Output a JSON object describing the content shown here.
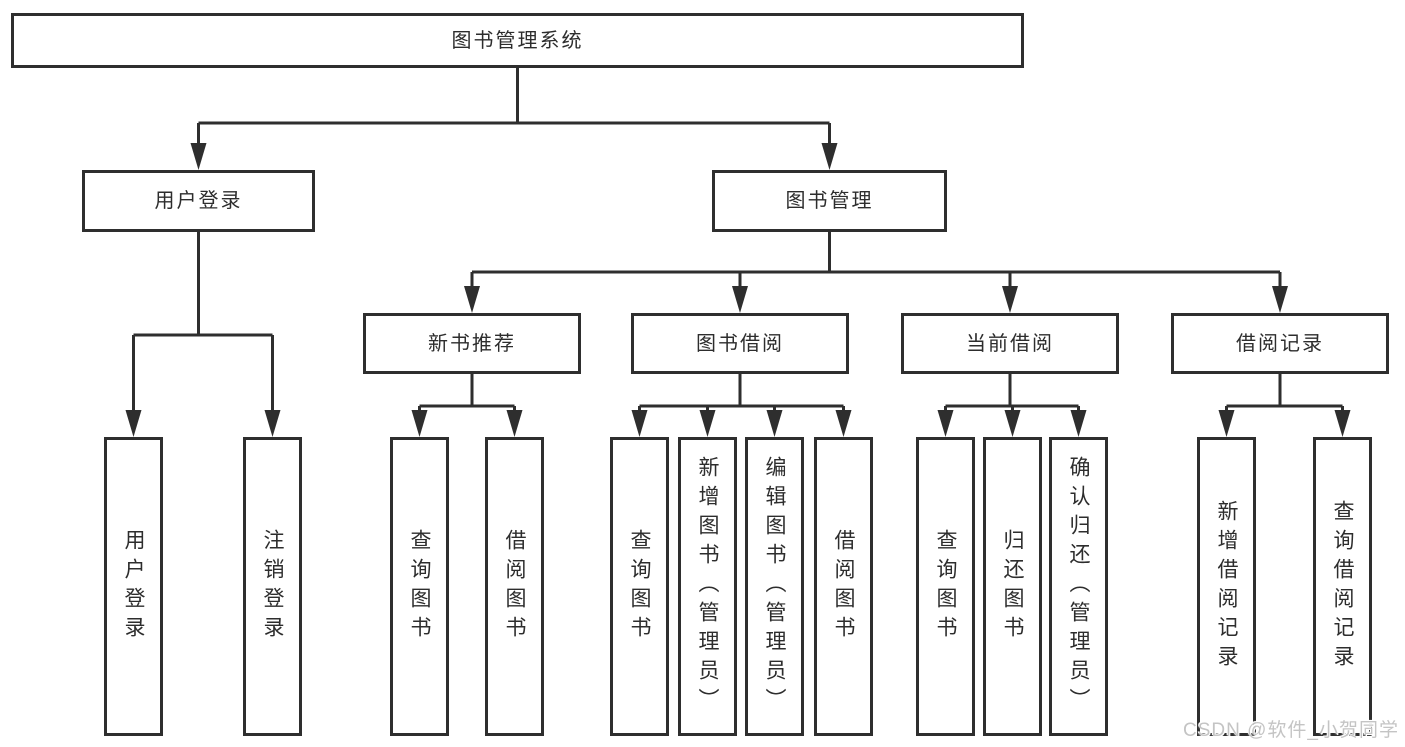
{
  "tree": {
    "root": {
      "label": "图书管理系统"
    },
    "login": {
      "label": "用户登录",
      "children": [
        {
          "label": "用户登录"
        },
        {
          "label": "注销登录"
        }
      ]
    },
    "management": {
      "label": "图书管理"
    },
    "sections": [
      {
        "label": "新书推荐",
        "children": [
          {
            "label": "查询图书"
          },
          {
            "label": "借阅图书"
          }
        ]
      },
      {
        "label": "图书借阅",
        "children": [
          {
            "label": "查询图书"
          },
          {
            "label": "新增图书（管理员）"
          },
          {
            "label": "编辑图书（管理员）"
          },
          {
            "label": "借阅图书"
          }
        ]
      },
      {
        "label": "当前借阅",
        "children": [
          {
            "label": "查询图书"
          },
          {
            "label": "归还图书"
          },
          {
            "label": "确认归还（管理员）"
          }
        ]
      },
      {
        "label": "借阅记录",
        "children": [
          {
            "label": "新增借阅记录"
          },
          {
            "label": "查询借阅记录"
          }
        ]
      }
    ]
  },
  "watermark": {
    "text": "CSDN @软件_小贺同学"
  },
  "colors": {
    "line": "#2e2e2e",
    "text": "#2d2d2d",
    "box_background": "#ffffff",
    "page_background": "#ffffff",
    "watermark": "#c4c4c4"
  }
}
